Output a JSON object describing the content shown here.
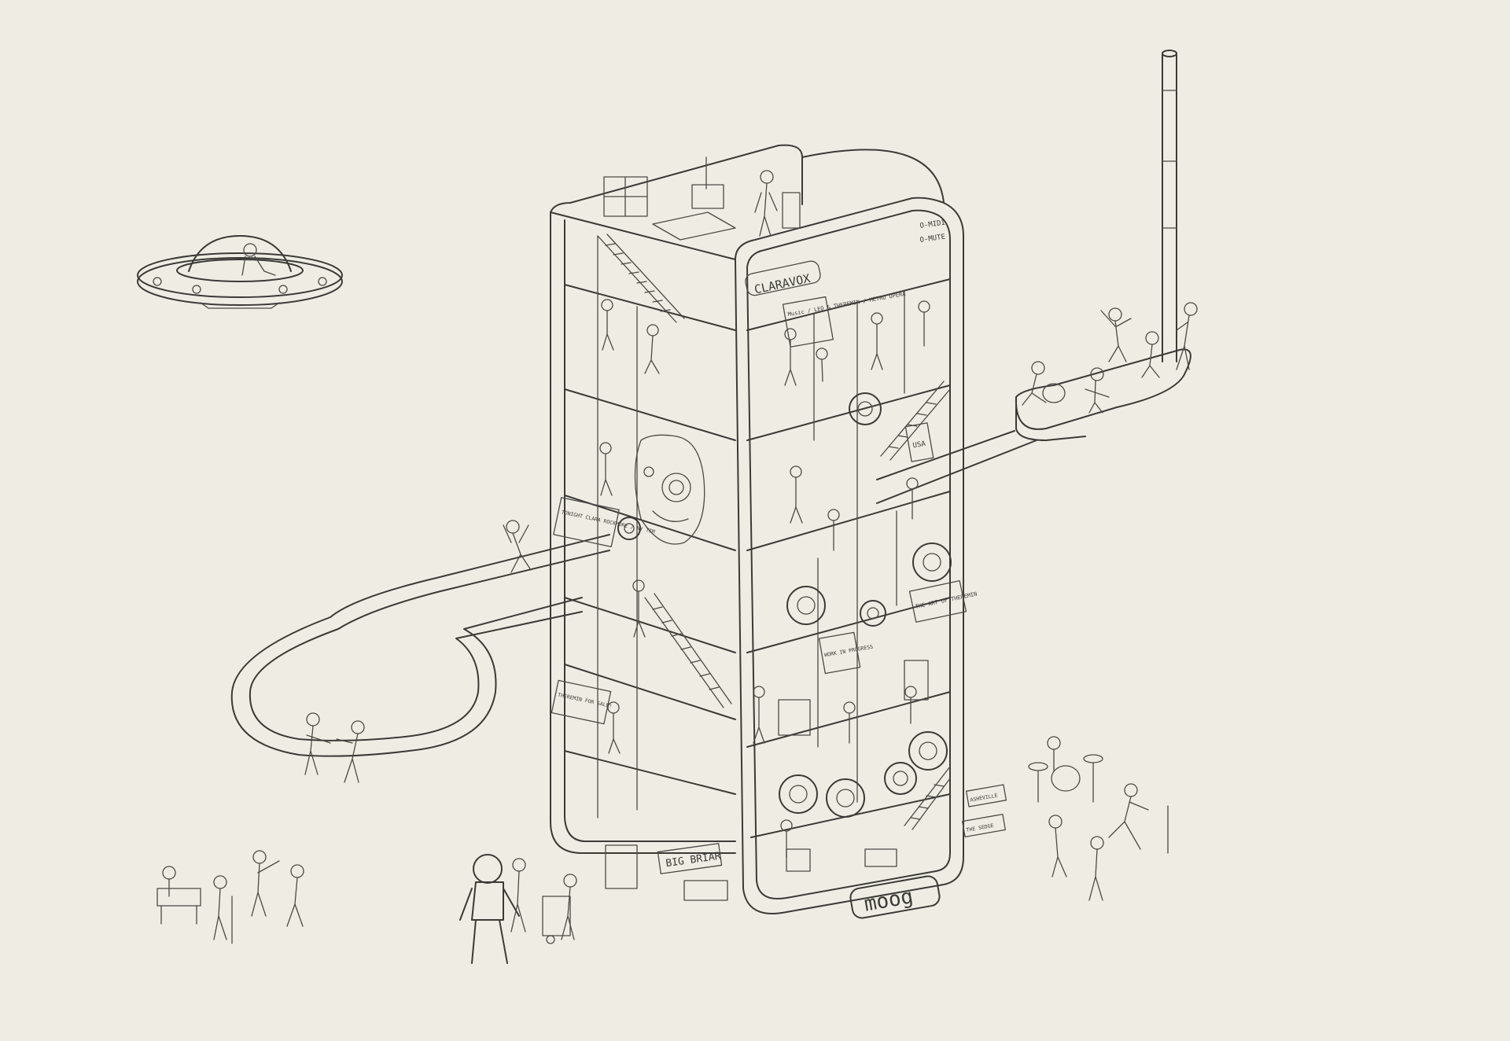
{
  "illustration": {
    "device_label": "CLARAVOX",
    "brand_logo": "moog",
    "control_labels": [
      "O-MIDI",
      "O-MUTE"
    ],
    "signs": {
      "music_sign": "Music / LEO & THEREMIN / METRO OPERA",
      "tonight_sign": "TONIGHT CLARA ROCKMORE / NY TIM",
      "for_sale_sign": "THEREMIN FOR SALE!",
      "usa_sign": "USA",
      "art_sign": "THE ART OF THEREMIN",
      "work_sign": "WORK IN PROGRESS",
      "big_briar_sign": "BIG BRIAR",
      "right_sign_1": "ASHEVILLE",
      "right_sign_2": "THE SEDGE"
    }
  },
  "colors": {
    "paper": "#efede3",
    "ink": "#3b3a36"
  }
}
